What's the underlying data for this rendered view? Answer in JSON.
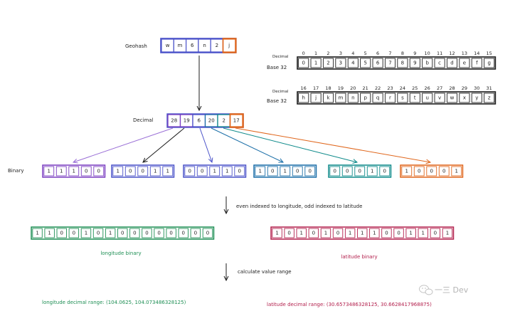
{
  "geohash": {
    "label": "Geohash",
    "chars": [
      "w",
      "m",
      "6",
      "n",
      "2",
      "j"
    ]
  },
  "base32_table": {
    "row1": {
      "index_label": "Decimal",
      "indices": [
        "0",
        "1",
        "2",
        "3",
        "4",
        "5",
        "6",
        "7",
        "8",
        "9",
        "10",
        "11",
        "12",
        "13",
        "14",
        "15"
      ],
      "row_label": "Base 32",
      "chars": [
        "0",
        "1",
        "2",
        "3",
        "4",
        "5",
        "6",
        "7",
        "8",
        "9",
        "b",
        "c",
        "d",
        "e",
        "f",
        "g"
      ]
    },
    "row2": {
      "index_label": "Decimal",
      "indices": [
        "16",
        "17",
        "18",
        "19",
        "20",
        "21",
        "22",
        "23",
        "24",
        "25",
        "26",
        "27",
        "28",
        "29",
        "30",
        "31"
      ],
      "row_label": "Base 32",
      "chars": [
        "h",
        "j",
        "k",
        "m",
        "n",
        "p",
        "q",
        "r",
        "s",
        "t",
        "u",
        "v",
        "w",
        "x",
        "y",
        "z"
      ]
    }
  },
  "decimal": {
    "label": "Decimal",
    "values": [
      "28",
      "19",
      "6",
      "20",
      "2",
      "17"
    ]
  },
  "binary": {
    "label": "Binary",
    "groups": [
      [
        "1",
        "1",
        "1",
        "0",
        "0"
      ],
      [
        "1",
        "0",
        "0",
        "1",
        "1"
      ],
      [
        "0",
        "0",
        "1",
        "1",
        "0"
      ],
      [
        "1",
        "0",
        "1",
        "0",
        "0"
      ],
      [
        "0",
        "0",
        "0",
        "1",
        "0"
      ],
      [
        "1",
        "0",
        "0",
        "0",
        "1"
      ]
    ]
  },
  "step1": {
    "text": "even indexed to longitude, odd indexed to latitude"
  },
  "longitude_binary": {
    "caption": "longitude binary",
    "bits": [
      "1",
      "1",
      "0",
      "0",
      "1",
      "0",
      "1",
      "0",
      "0",
      "0",
      "0",
      "0",
      "0",
      "0",
      "0"
    ]
  },
  "latitude_binary": {
    "caption": "latitude binary",
    "bits": [
      "1",
      "0",
      "1",
      "0",
      "1",
      "0",
      "1",
      "1",
      "1",
      "0",
      "0",
      "1",
      "1",
      "0",
      "1"
    ]
  },
  "step2": {
    "text": "calculate value range"
  },
  "longitude_range": {
    "text": "longitude decimal range:  (104.0625, 104.073486328125)"
  },
  "latitude_range": {
    "text": "latitude decimal range: (30.6573486328125, 30.6628417968875)"
  },
  "watermark": {
    "text": "一三 Dev"
  },
  "colors": {
    "stroke": "#1e1e1e",
    "purple": "#7b3fc1",
    "indigo": "#4a52c9",
    "blue": "#1c6fa8",
    "teal": "#0e8a8a",
    "orange": "#e0671d",
    "green": "#1f8f55",
    "crimson": "#b3204d"
  }
}
